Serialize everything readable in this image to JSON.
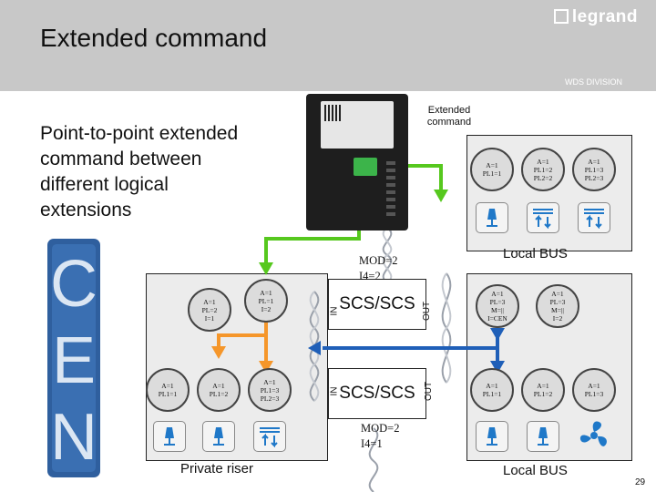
{
  "header": {
    "title": "Extended command",
    "brand": "legrand",
    "division": "WDS DIVISION"
  },
  "subtitle": "Point-to-point extended\ncommand between\ndifferent logical\nextensions",
  "device_label": "Extended\ncommand",
  "cen_letters": [
    "C",
    "E",
    "N"
  ],
  "left_riser": {
    "top_circles": [
      "A=1\nPL=2\nI=1",
      "A=1\nPL=1\nI=2"
    ],
    "bottom_circles": [
      "A=1\nPL1=1",
      "A=1\nPL1=2",
      "A=1\nPL1=3\nPL2=3"
    ],
    "label": "Private riser"
  },
  "interfaces": {
    "top": {
      "in": "IN",
      "label": "SCS/SCS",
      "out": "OUT"
    },
    "bottom": {
      "in": "IN",
      "label": "SCS/SCS",
      "out": "OUT"
    }
  },
  "mod_top": "MOD=2\nI4=2",
  "mod_bottom": "MOD=2\nI4=1",
  "upper_bus": {
    "circles": [
      "A=1\nPL1=1",
      "A=1\nPL1=2\nPL2=2",
      "A=1\nPL1=3\nPL2=3"
    ],
    "label": "Local BUS"
  },
  "lower_bus": {
    "top_circles": [
      "A=1\nPL=3\nM=||\nI=CEN",
      "A=1\nPL=3\nM=||\nI=2"
    ],
    "bottom_circles": [
      "A=1\nPL1=1",
      "A=1\nPL1=2",
      "A=1\nPL1=3"
    ],
    "label": "Local BUS"
  },
  "page_number": "29",
  "colors": {
    "header_bg": "#c8c8c8",
    "green_link": "#56c81e",
    "orange_link": "#f5962a",
    "blue_link": "#1f5fb8",
    "device_blue": "#1f78c8"
  }
}
